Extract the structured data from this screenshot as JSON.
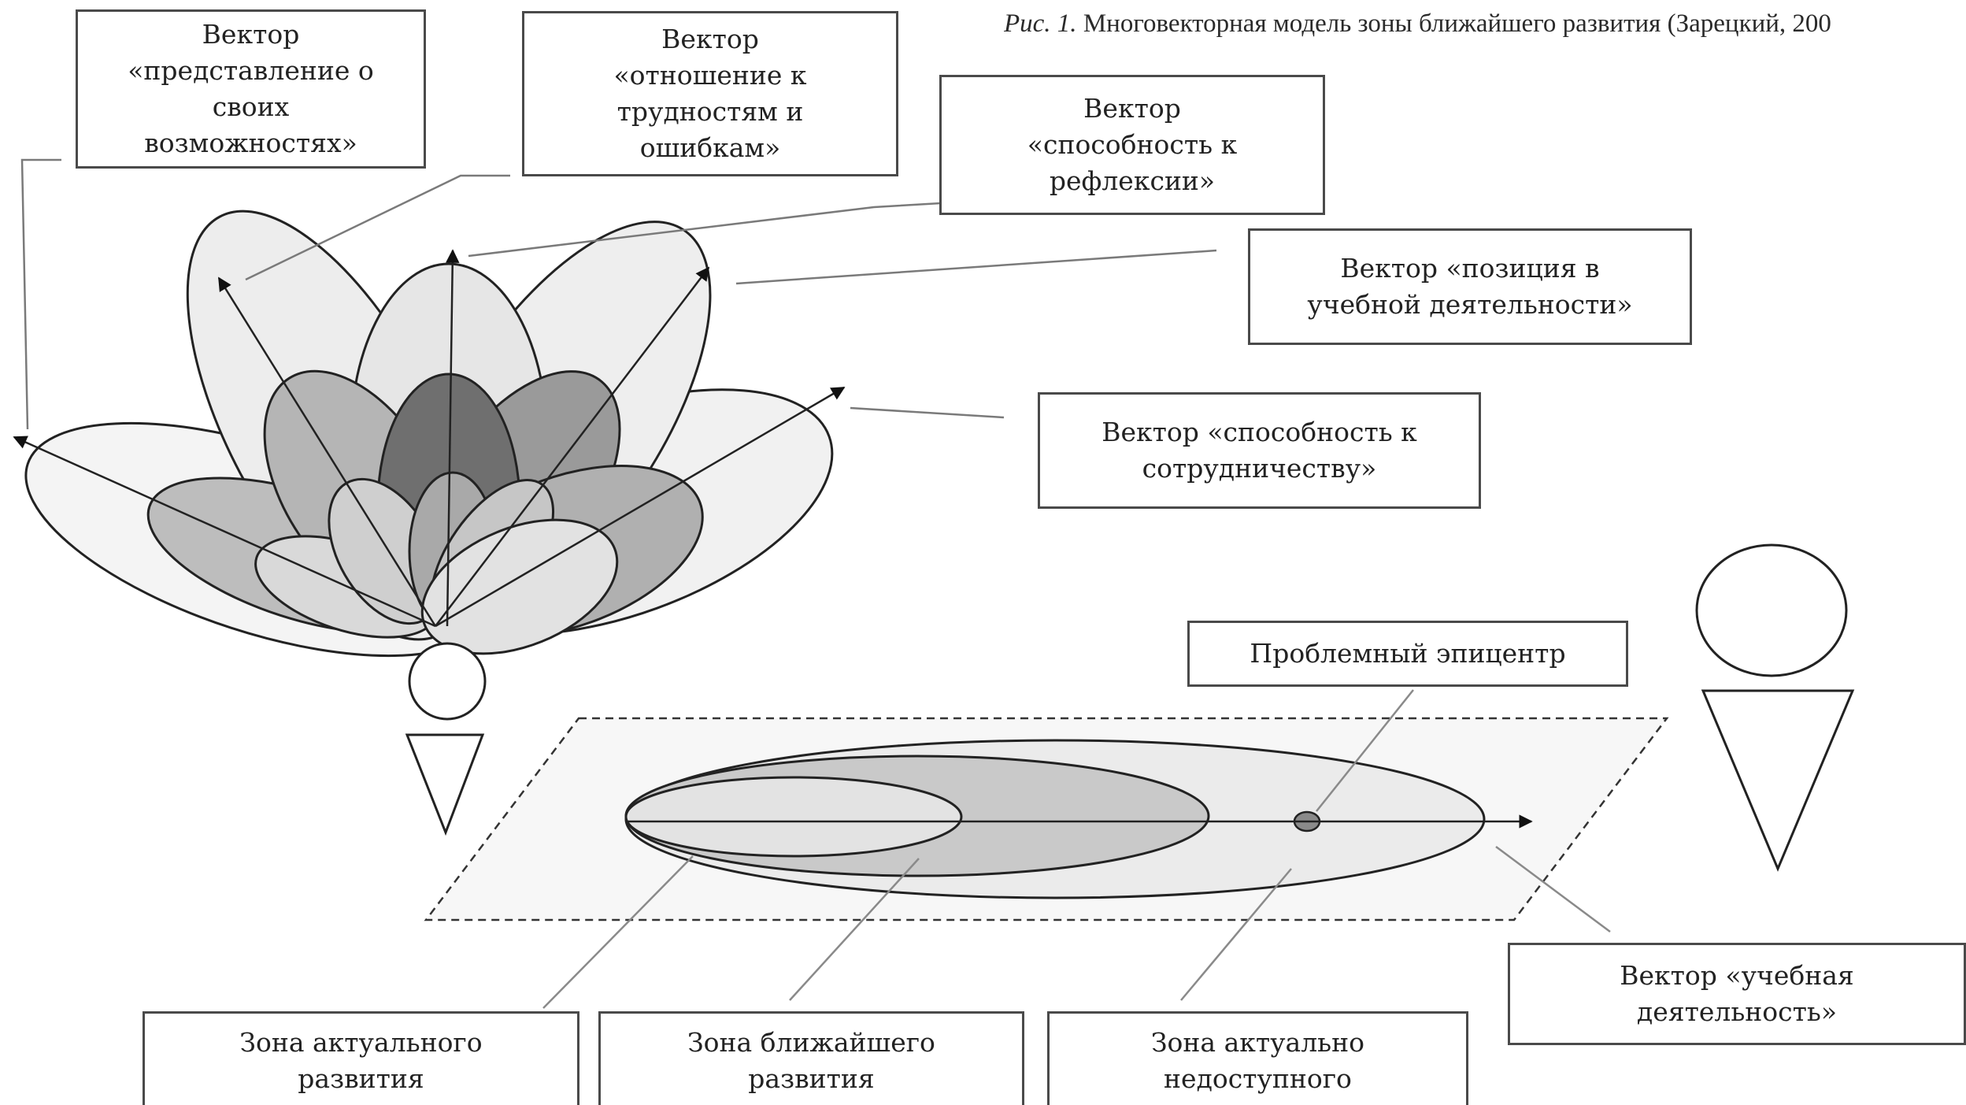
{
  "caption": {
    "figure": "Рис. 1.",
    "text": " Многовекторная модель зоны ближайшего развития (Зарецкий, 200"
  },
  "labels": {
    "vector_possibilities": "Вектор\n«представление о\nсвоих\nвозможностях»",
    "vector_difficulties": "Вектор\n«отношение к\nтрудностям и\nошибкам»",
    "vector_reflection": "Вектор\n«способность к\nрефлексии»",
    "vector_position": "Вектор «позиция в\nучебной деятельности»",
    "vector_cooperation": "Вектор «способность к\nсотрудничеству»",
    "problem_epicenter": "Проблемный эпицентр",
    "vector_learning": "Вектор «учебная\nдеятельность»",
    "zone_actual": "Зона актуального\nразвития",
    "zone_proximal": "Зона ближайшего\nразвития",
    "zone_unreachable": "Зона актуально\nнедоступного"
  }
}
